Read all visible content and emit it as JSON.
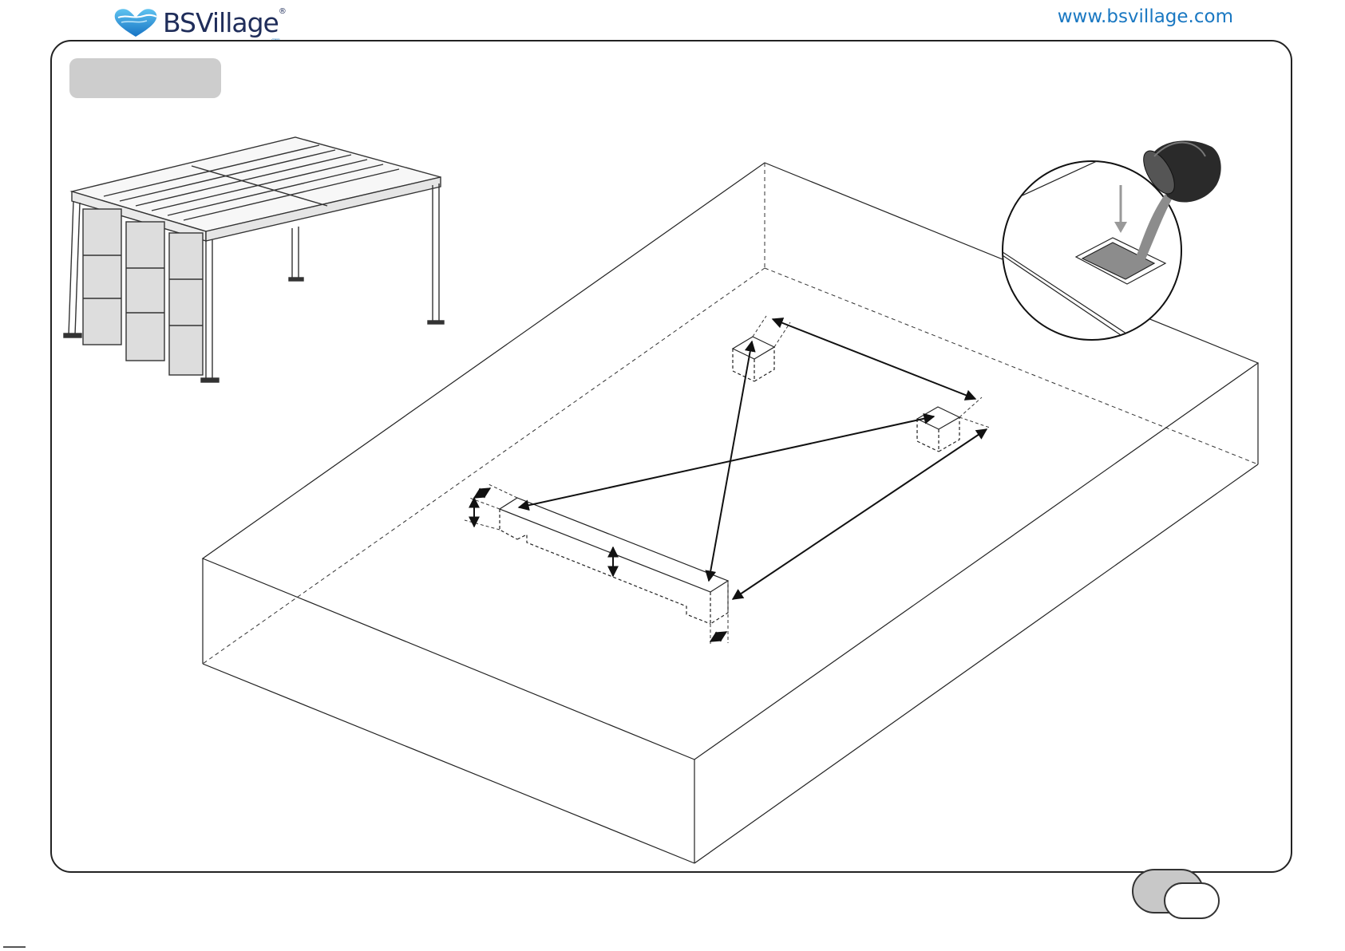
{
  "header": {
    "brand": "BSVillage",
    "brand_mark": "®",
    "brand_sub": ".com",
    "website": "www.bsvillage.com"
  },
  "icons": {
    "logo": "heart-logo-icon",
    "bucket": "bucket-icon",
    "arrow": "double-arrow-icon"
  },
  "colors": {
    "brand_dark": "#1f2d5a",
    "brand_blue": "#1a78c2",
    "label_gray": "#cdcdcd"
  }
}
